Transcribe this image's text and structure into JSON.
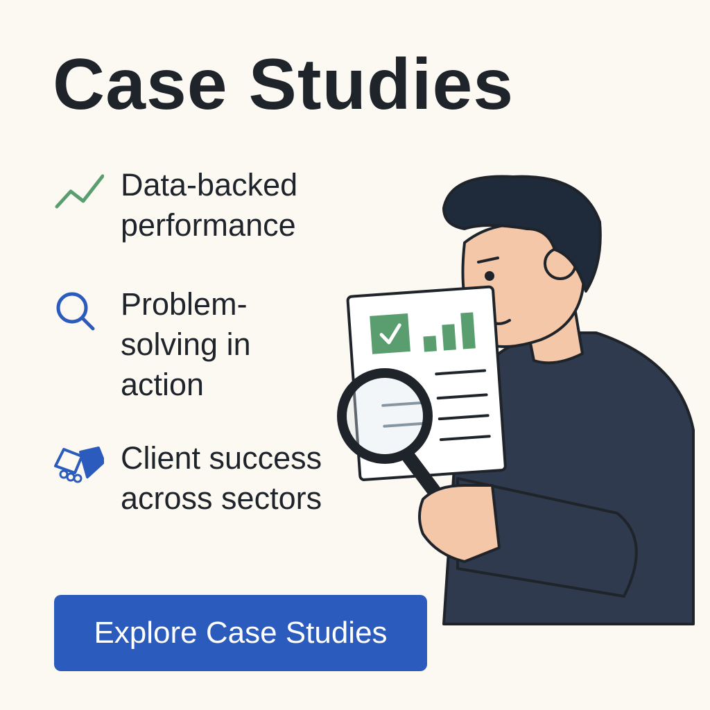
{
  "header": {
    "title": "Case Studies"
  },
  "features": [
    {
      "icon": "trend-line-icon",
      "label": "Data-backed performance"
    },
    {
      "icon": "search-icon",
      "label": "Problem-solving in action"
    },
    {
      "icon": "handshake-icon",
      "label": "Client success across sectors"
    }
  ],
  "cta": {
    "label": "Explore Case Studies"
  },
  "colors": {
    "background": "#fcf9f2",
    "accent_blue": "#2b5bbd",
    "accent_green": "#5a9e70",
    "text": "#1f242b",
    "shirt": "#2f3a4e",
    "skin": "#f4c7a8"
  }
}
